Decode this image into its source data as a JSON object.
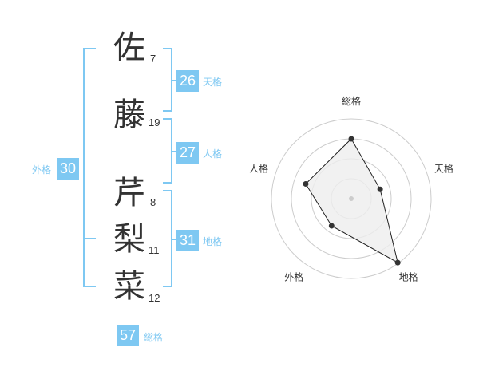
{
  "name_chars": [
    {
      "char": "佐",
      "strokes": "7"
    },
    {
      "char": "藤",
      "strokes": "19"
    },
    {
      "char": "芹",
      "strokes": "8"
    },
    {
      "char": "梨",
      "strokes": "11"
    },
    {
      "char": "菜",
      "strokes": "12"
    }
  ],
  "grids": {
    "tenkaku": {
      "value": "26",
      "label": "天格"
    },
    "jinkaku": {
      "value": "27",
      "label": "人格"
    },
    "chikaku": {
      "value": "31",
      "label": "地格"
    },
    "gaikaku": {
      "value": "30",
      "label": "外格"
    },
    "soukaku": {
      "value": "57",
      "label": "総格"
    }
  },
  "colors": {
    "accent": "#7ec8f2",
    "text": "#333333",
    "radar_fill": "#eeeeee",
    "ring": "#cccccc"
  },
  "chart_data": {
    "type": "radar",
    "axes": [
      "総格",
      "天格",
      "地格",
      "外格",
      "人格"
    ],
    "values": [
      0.75,
      0.38,
      0.99,
      0.42,
      0.6
    ],
    "range": [
      0,
      1
    ],
    "rings": 4
  }
}
